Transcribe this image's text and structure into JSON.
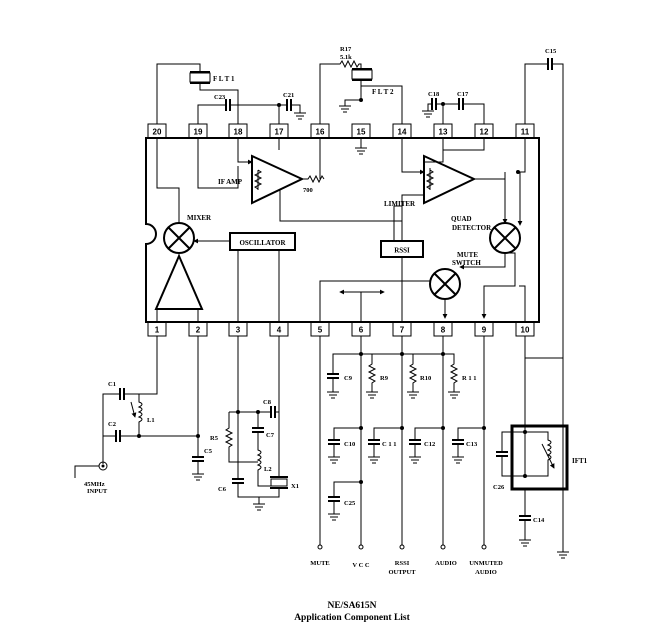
{
  "title": {
    "line1": "NE/SA615N",
    "line2": "Application Component List"
  },
  "pins_top": [
    "20",
    "19",
    "18",
    "17",
    "16",
    "15",
    "14",
    "13",
    "12",
    "11"
  ],
  "pins_bottom": [
    "1",
    "2",
    "3",
    "4",
    "5",
    "6",
    "7",
    "8",
    "9",
    "10"
  ],
  "blocks": {
    "if_amp": "IF AMP",
    "limiter": "LIMITER",
    "mixer": "MIXER",
    "oscillator": "OSCILLATOR",
    "rssi": "RSSI",
    "quad_detector_1": "QUAD",
    "quad_detector_2": "DETECTOR",
    "mute_switch_1": "MUTE",
    "mute_switch_2": "SWITCH",
    "ohm_700": "700"
  },
  "components": {
    "flt1": "F L T 1",
    "flt2": "F L T 2",
    "r17": "R17",
    "r17_value": "5.1k",
    "c15": "C15",
    "c23": "C23",
    "c21": "C21",
    "c18": "C18",
    "c17": "C17",
    "c1": "C1",
    "c2": "C2",
    "l1": "L1",
    "r5": "R5",
    "c5": "C5",
    "c8": "C8",
    "c7": "C7",
    "l2": "L2",
    "c6": "C6",
    "x1": "X1",
    "c9": "C9",
    "r9": "R9",
    "r10": "R10",
    "r11": "R 1 1",
    "c10": "C10",
    "c11": "C 1 1",
    "c12": "C12",
    "c13": "C13",
    "c25": "C25",
    "ift1": "IFT1",
    "c26": "C26",
    "c14": "C14"
  },
  "io_labels": {
    "input_1": "45MHz",
    "input_2": "INPUT",
    "mute": "MUTE",
    "vcc": "V C C",
    "rssi_1": "RSSI",
    "rssi_2": "OUTPUT",
    "audio": "AUDIO",
    "unmuted_1": "UNMUTED",
    "unmuted_2": "AUDIO"
  }
}
